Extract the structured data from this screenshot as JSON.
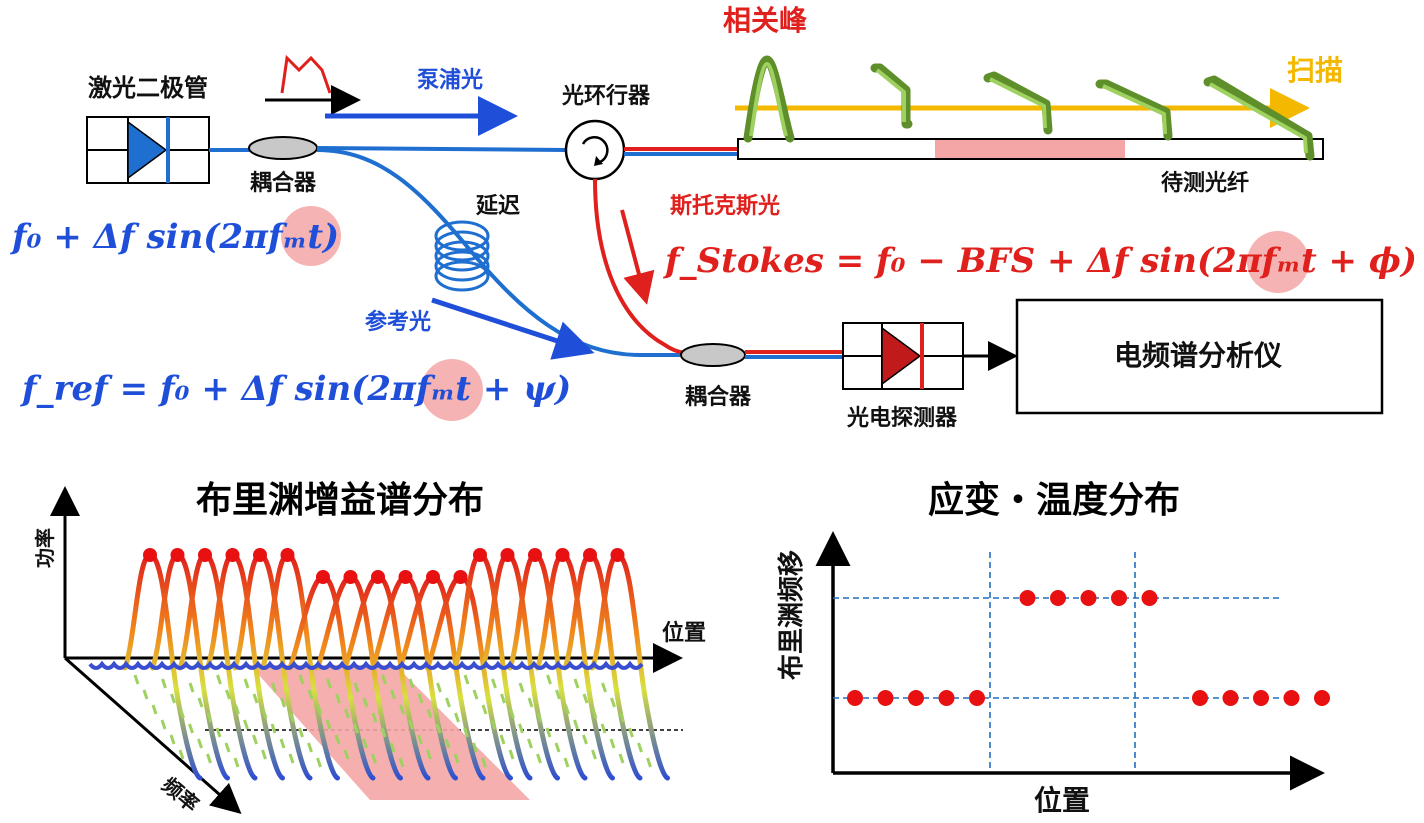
{
  "labels": {
    "laser_diode": "激光二极管",
    "pump_light": "泵浦光",
    "circulator": "光环行器",
    "correlation_peak": "相关峰",
    "scan": "扫描",
    "coupler_top": "耦合器",
    "delay": "延迟",
    "fiber_under_test": "待测光纤",
    "stokes_light": "斯托克斯光",
    "reference_light": "参考光",
    "coupler_bottom": "耦合器",
    "photodetector": "光电探测器",
    "esa": "电频谱分析仪"
  },
  "equations": {
    "pump_freq": "f₀ + Δf sin(2πfₘt)",
    "stokes_freq": "f_Stokes = f₀ − BFS + Δf sin(2πfₘt + ϕ)",
    "ref_freq": "f_ref = f₀ + Δf sin(2πfₘt + ψ)"
  },
  "gain_panel": {
    "title": "布里渊增益谱分布",
    "y_axis": "功率",
    "x_axis": "位置",
    "z_axis": "频率"
  },
  "strain_panel": {
    "title": "应变・温度分布",
    "y_axis": "布里渊频移",
    "x_axis": "位置",
    "chart_data": {
      "type": "scatter",
      "series": [
        {
          "values": [
            1,
            1,
            1,
            1,
            1,
            2,
            2,
            2,
            2,
            2,
            1,
            1,
            1,
            1,
            1
          ],
          "x": [
            1,
            2,
            3,
            4,
            5,
            6,
            7,
            8,
            9,
            10,
            11,
            12,
            13,
            14,
            15
          ]
        }
      ]
    }
  },
  "colors": {
    "blue": "#1f4fd8",
    "red": "#e0201c",
    "gold": "#f5b800",
    "green": "#7ab648",
    "pink": "#f4a6a6"
  }
}
